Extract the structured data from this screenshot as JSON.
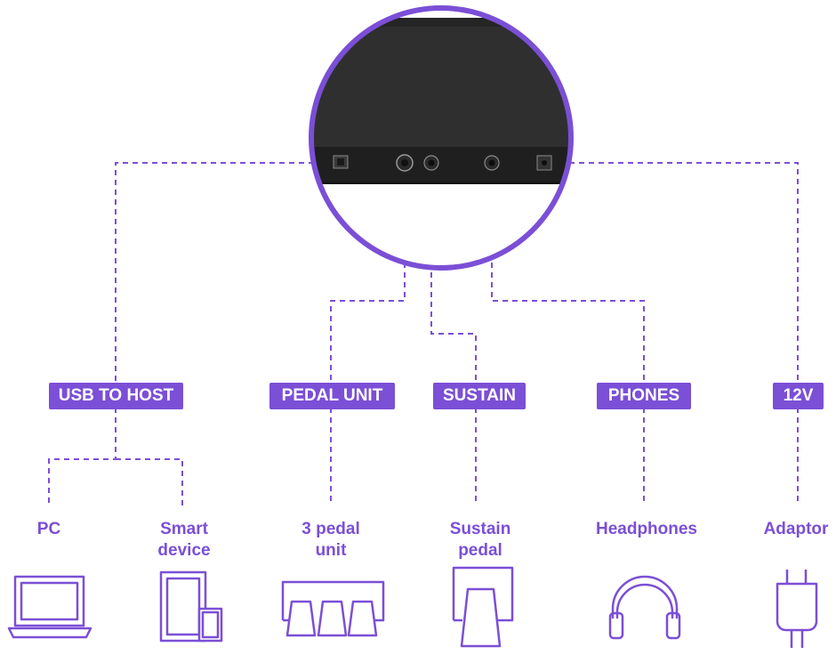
{
  "colors": {
    "accent": "#7b4fd6",
    "panel": "#2d2d2d",
    "port": "#3c3c3c",
    "background": "#ffffff"
  },
  "ports": [
    "usb-b-port",
    "pedal-unit-jack",
    "sustain-jack",
    "phones-jack",
    "dc-12v-jack"
  ],
  "connectors": [
    {
      "id": "usb",
      "tag": "USB TO HOST",
      "devices": [
        {
          "label": "PC",
          "icon": "laptop-icon"
        },
        {
          "label": "Smart\ndevice",
          "icon": "tablet-phone-icon"
        }
      ]
    },
    {
      "id": "pedal",
      "tag": "PEDAL UNIT",
      "devices": [
        {
          "label": "3 pedal\nunit",
          "icon": "three-pedal-icon"
        }
      ]
    },
    {
      "id": "sustain",
      "tag": "SUSTAIN",
      "devices": [
        {
          "label": "Sustain\npedal",
          "icon": "sustain-pedal-icon"
        }
      ]
    },
    {
      "id": "phones",
      "tag": "PHONES",
      "devices": [
        {
          "label": "Headphones",
          "icon": "headphones-icon"
        }
      ]
    },
    {
      "id": "dc",
      "tag": "12V",
      "devices": [
        {
          "label": "Adaptor",
          "icon": "power-adaptor-icon"
        }
      ]
    }
  ]
}
